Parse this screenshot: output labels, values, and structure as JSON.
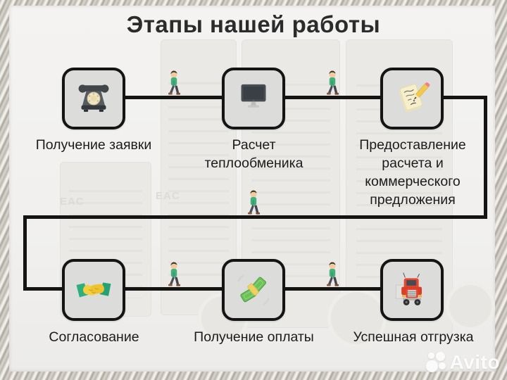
{
  "title": "Этапы нашей работы",
  "steps": [
    {
      "label": "Получение заявки",
      "icon": "telephone-icon"
    },
    {
      "label": "Расчет теплообменика",
      "icon": "computer-icon"
    },
    {
      "label": "Предоставление расчета и коммерческого предложения",
      "icon": "document-pencil-icon"
    },
    {
      "label": "Согласование",
      "icon": "handshake-icon"
    },
    {
      "label": "Получение оплаты",
      "icon": "money-icon"
    },
    {
      "label": "Успешная отгрузка",
      "icon": "truck-icon"
    }
  ],
  "flow": {
    "row1_order": [
      "Получение заявки",
      "Расчет теплообменика",
      "Предоставление расчета и коммерческого предложения"
    ],
    "row2_order": [
      "Согласование",
      "Получение оплаты",
      "Успешная отгрузка"
    ],
    "connector_style": "thick black line with walking-person icons between steps"
  },
  "background": {
    "eac_label": "EAC"
  },
  "watermark": {
    "brand": "Avito"
  },
  "colors": {
    "flow_line": "#141414",
    "box_fill": "#dcdcda",
    "box_border": "#141414",
    "canvas_bg": "#f2f1ef",
    "frame_gray": "#b3afa7",
    "title_text": "#2b2b2b",
    "label_text": "#1b1b1b",
    "walker_shirt": "#44b07c",
    "phone_body": "#555b61",
    "phone_dial": "#f0e6c4",
    "monitor_dark": "#484d53",
    "paper_cream": "#f7efcb",
    "pencil_yellow": "#f2c94c",
    "pencil_eraser": "#ef7f8a",
    "handshake_yellow": "#f4cf3f",
    "handshake_sleeve": "#2eaf7d",
    "money_green": "#6cc257",
    "money_band": "#f0d060",
    "truck_red": "#e8452e",
    "avito_white": "#ffffff"
  }
}
